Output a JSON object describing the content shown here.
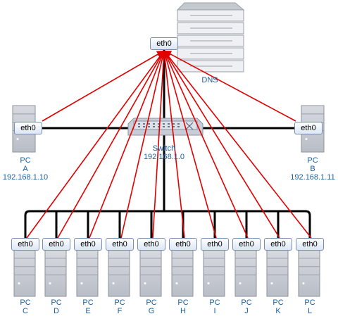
{
  "dns": {
    "interface": "eth0",
    "label": "DNS"
  },
  "switch": {
    "name": "Switch",
    "address": "192.168.1.0"
  },
  "pcs": [
    {
      "interface": "eth0",
      "line1": "PC",
      "line2": "A",
      "ip": "192.168.1.10"
    },
    {
      "interface": "eth0",
      "line1": "PC",
      "line2": "B",
      "ip": "192.168.1.11"
    },
    {
      "interface": "eth0",
      "line1": "PC",
      "line2": "C"
    },
    {
      "interface": "eth0",
      "line1": "PC",
      "line2": "D"
    },
    {
      "interface": "eth0",
      "line1": "PC",
      "line2": "E"
    },
    {
      "interface": "eth0",
      "line1": "PC",
      "line2": "F"
    },
    {
      "interface": "eth0",
      "line1": "PC",
      "line2": "G"
    },
    {
      "interface": "eth0",
      "line1": "PC",
      "line2": "H"
    },
    {
      "interface": "eth0",
      "line1": "PC",
      "line2": "I"
    },
    {
      "interface": "eth0",
      "line1": "PC",
      "line2": "J"
    },
    {
      "interface": "eth0",
      "line1": "PC",
      "line2": "K"
    },
    {
      "interface": "eth0",
      "line1": "PC",
      "line2": "L"
    }
  ],
  "colors": {
    "link": "#e00000",
    "cable": "#000000",
    "label": "#1a5fa0",
    "device": "#c9ccd3"
  }
}
